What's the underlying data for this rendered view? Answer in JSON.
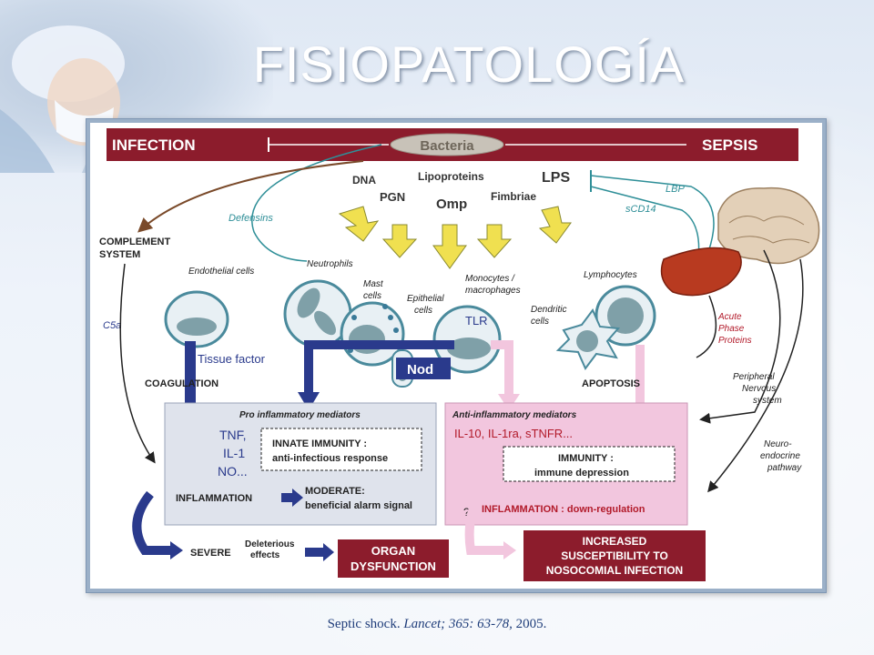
{
  "slide": {
    "title": "FISIOPATOLOGÍA",
    "citation_plain": "Septic  shock. ",
    "citation_italic": "Lancet; 365: 63-78, ",
    "citation_year": "2005."
  },
  "photo": {
    "icon": "surgeon-photo"
  },
  "diagram": {
    "header_left": "INFECTION",
    "header_right": "SEPSIS",
    "bacteria": "Bacteria",
    "pamps": {
      "dna": "DNA",
      "lipoproteins": "Lipoproteins",
      "lps": "LPS",
      "pgn": "PGN",
      "omp": "Omp",
      "fimbriae": "Fimbriae"
    },
    "defensins": "Defensins",
    "lbp": "LBP",
    "scd14": "sCD14",
    "complement_1": "COMPLEMENT",
    "complement_2": "SYSTEM",
    "c5a": "C5a",
    "cells": {
      "endothelial": "Endothelial cells",
      "neutrophils": "Neutrophils",
      "mast_1": "Mast",
      "mast_2": "cells",
      "epithelial_1": "Epithelial",
      "epithelial_2": "cells",
      "monocytes_1": "Monocytes /",
      "monocytes_2": "macrophages",
      "lymphocytes": "Lymphocytes",
      "dendritic_1": "Dendritic",
      "dendritic_2": "cells"
    },
    "tlr": "TLR",
    "nod": "Nod",
    "tissue_factor": "Tissue factor",
    "coagulation": "COAGULATION",
    "apoptosis": "APOPTOSIS",
    "acute_phase": [
      "Acute",
      "Phase",
      "Proteins"
    ],
    "peripheral": [
      "Peripheral",
      "Nervous",
      "system"
    ],
    "neuroendocrine": [
      "Neuro-",
      "endocrine",
      "pathway"
    ],
    "pro_title": "Pro inflammatory mediators",
    "tnf": "TNF,",
    "il1": "IL-1",
    "no": "NO...",
    "innate_1": "INNATE IMMUNITY :",
    "innate_2": "anti-infectious response",
    "inflammation": "INFLAMMATION",
    "moderate_1": "MODERATE:",
    "moderate_2": "beneficial alarm signal",
    "severe": "SEVERE",
    "deleterious_1": "Deleterious",
    "deleterious_2": "effects",
    "organ_1": "ORGAN",
    "organ_2": "DYSFUNCTION",
    "anti_title": "Anti-inflammatory mediators",
    "anti_list": "IL-10, IL-1ra, sTNFR...",
    "immunity_1": "IMMUNITY :",
    "immunity_2": "immune depression",
    "inflammation_down": "INFLAMMATION : down-regulation",
    "question": "?",
    "increased_1": "INCREASED",
    "increased_2": "SUSCEPTIBILITY TO",
    "increased_3": "NOSOCOMIAL INFECTION"
  },
  "colors": {
    "header": "#8c1c2c",
    "navy": "#2a3a8c",
    "pink": "#f2c6de",
    "pro_box": "#dfe3ec",
    "teal": "#2f8f98",
    "crimson": "#b21a2a",
    "brown": "#7a4a2a"
  }
}
